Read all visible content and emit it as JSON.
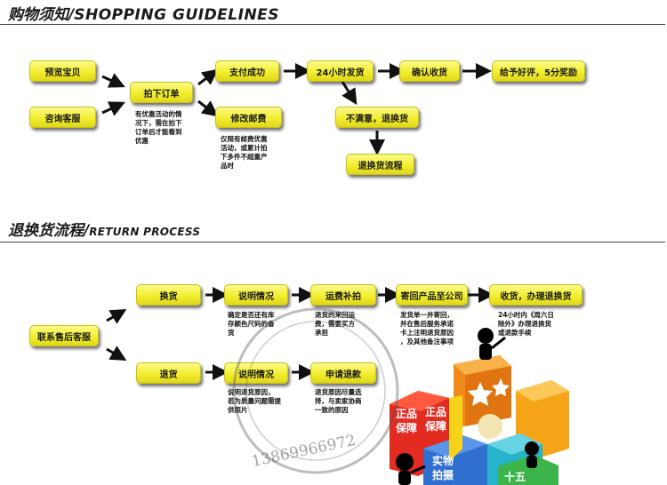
{
  "section1": {
    "title_zh": "购物须知/",
    "title_en": "SHOPPING GUIDELINES"
  },
  "section2": {
    "title_zh": "退换货流程/",
    "title_en": "RETURN PROCESS"
  },
  "shopping": {
    "browse": "预览宝贝",
    "consult": "咨询客服",
    "order": "拍下订单",
    "order_note": "有优惠活动的情\n况下，需在拍下\n订单后才能看到\n优惠",
    "pay": "支付成功",
    "modify_postage": "修改邮费",
    "postage_note": "仅限有邮费优惠\n活动，或累计拍\n下多件不超重产\n品时",
    "ship": "24小时发货",
    "confirm": "确认收货",
    "review": "给予好评，5分奖励",
    "unsatisfied": "不满意，退换货",
    "return_flow": "退换货流程"
  },
  "return": {
    "contact": "联系售后客服",
    "exchange": "换货",
    "explain1": "说明情况",
    "explain1_note": "确定是否还有库\n存颜色尺码的备\n货",
    "shipping_fee": "运费补拍",
    "shipping_fee_note": "退货的来回运\n费，需要买方\n承担",
    "send_back": "寄回产品至公司",
    "send_back_note": "发货单一并寄回，\n并在售后服务承诺\n卡上注明退货原因\n，及其他备注事项",
    "receive": "收货，办理退换货",
    "receive_note": "24小时内《周六日\n除外》办理退换货\n或退款手续",
    "refund": "退货",
    "explain2": "说明情况",
    "explain2_note": "说明退货原因，\n若为质量问题需提\n供照片",
    "apply_refund": "申请退款",
    "apply_refund_note": "退货原因尽量选\n择，与卖家协商\n一致的原因"
  },
  "decor": {
    "watermark_number": "13869966972",
    "badge_genuine_1": "正品",
    "badge_guarantee_1": "保障",
    "badge_genuine_2": "正品",
    "badge_guarantee_2": "保障",
    "badge_real_1": "实物",
    "badge_photo_1": "拍摄",
    "badge_ten": "十五"
  }
}
